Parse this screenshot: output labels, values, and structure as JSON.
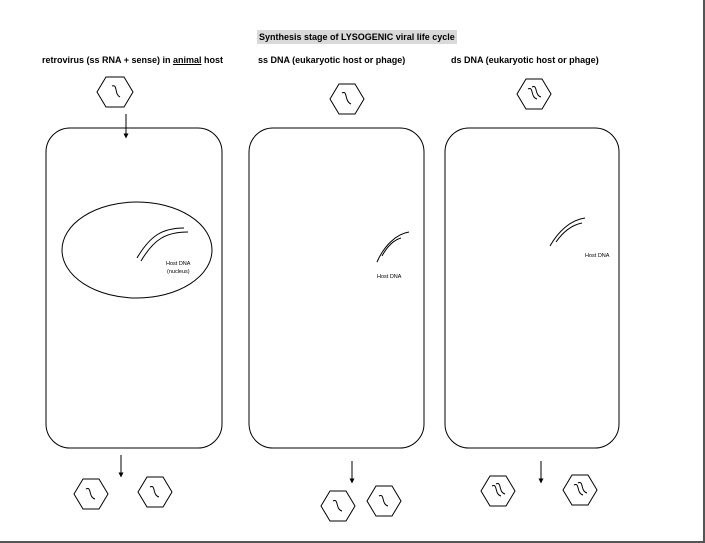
{
  "title": "Synthesis stage of LYSOGENIC viral life cycle",
  "columns": [
    {
      "label_pre": "retrovirus (ss RNA + sense) in ",
      "label_underlined": "animal",
      "label_post": " host",
      "host_dna_label": "Host DNA",
      "nucleus_label": "(nucleus)"
    },
    {
      "label": "ss DNA (eukaryotic host or phage)",
      "host_dna_label": "Host DNA"
    },
    {
      "label": "ds DNA (eukaryotic host or phage)",
      "host_dna_label": "Host DNA"
    }
  ],
  "colors": {
    "stroke": "#000000",
    "title_highlight": "#d9d9d9"
  }
}
